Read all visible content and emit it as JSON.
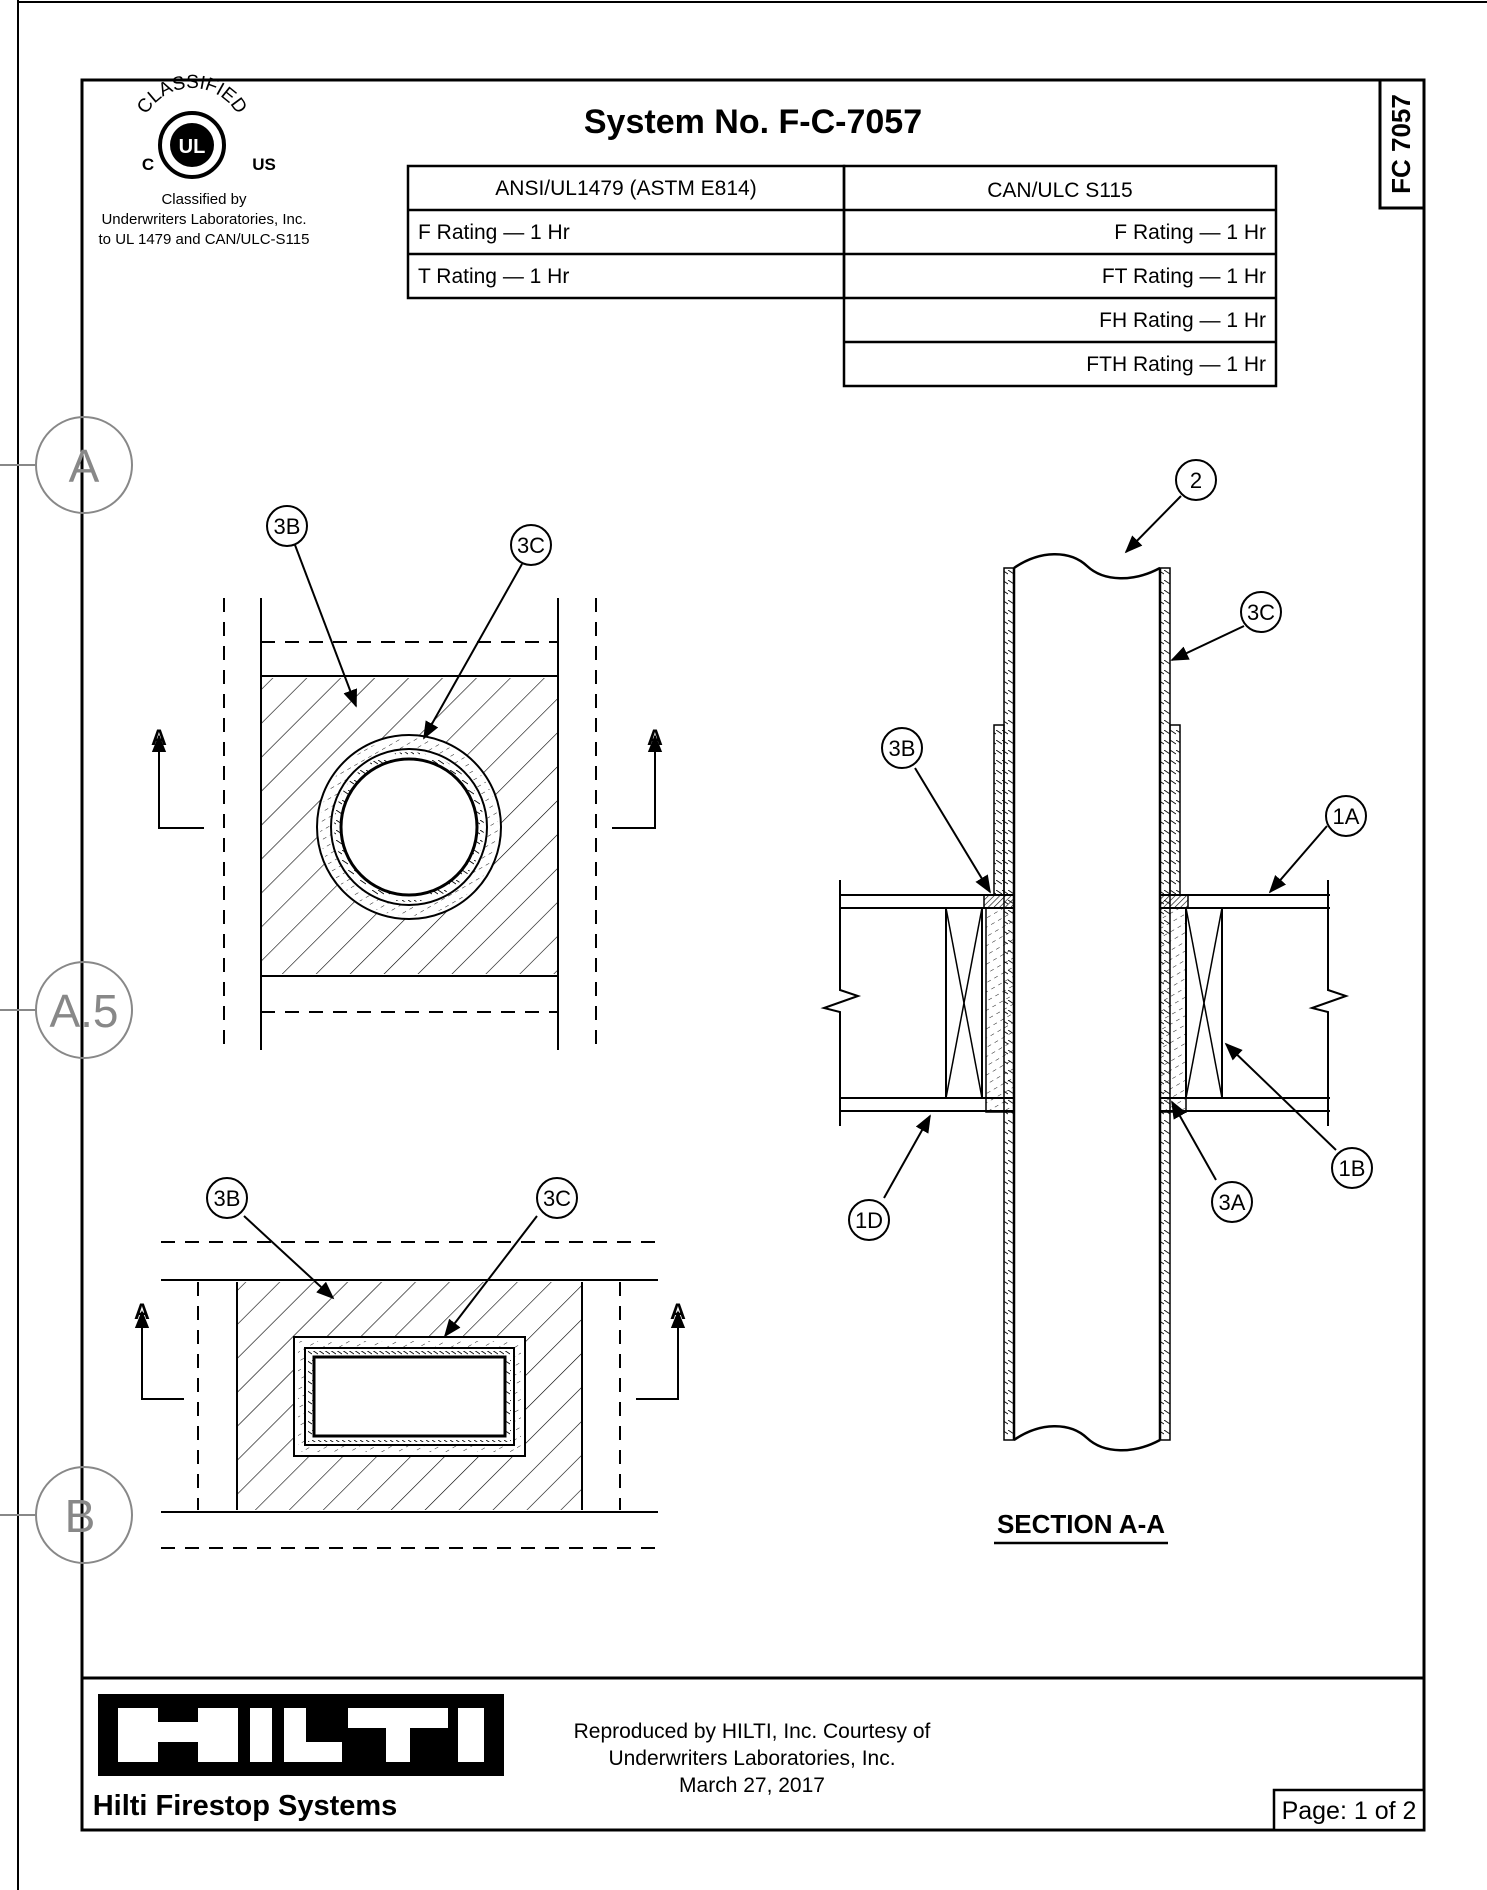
{
  "header": {
    "title": "System No. F-C-7057",
    "side_tab": "FC 7057"
  },
  "ul_logo": {
    "arc_text": "CLASSIFIED",
    "left_mark": "C",
    "right_mark": "US",
    "classified_lines": [
      "Classified by",
      "Underwriters Laboratories, Inc.",
      "to UL 1479 and CAN/ULC-S115"
    ]
  },
  "ratings_table": {
    "left_header": "ANSI/UL1479 (ASTM E814)",
    "right_header": "CAN/ULC S115",
    "left_rows": [
      "F Rating — 1 Hr",
      "T Rating — 1 Hr"
    ],
    "right_rows": [
      "F Rating — 1 Hr",
      "FT Rating — 1 Hr",
      "FH Rating — 1 Hr",
      "FTH Rating — 1 Hr"
    ]
  },
  "grid_markers": [
    "A",
    "A.5",
    "B"
  ],
  "callouts": {
    "c2": "2",
    "c3c_section": "3C",
    "c3b_section": "3B",
    "c1a": "1A",
    "c1b": "1B",
    "c3a": "3A",
    "c1d": "1D",
    "c3b_round": "3B",
    "c3c_round": "3C",
    "c3b_rect": "3B",
    "c3c_rect": "3C"
  },
  "section_arrows": {
    "round_left": "A",
    "round_right": "A",
    "rect_left": "A",
    "rect_right": "A"
  },
  "section_label": "SECTION A-A",
  "footer": {
    "brand_logo": "HILTI",
    "brand_caption": "Hilti Firestop Systems",
    "credit_lines": [
      "Reproduced by HILTI, Inc. Courtesy of",
      "Underwriters Laboratories, Inc.",
      "March 27, 2017"
    ],
    "page": "Page: 1 of 2"
  }
}
